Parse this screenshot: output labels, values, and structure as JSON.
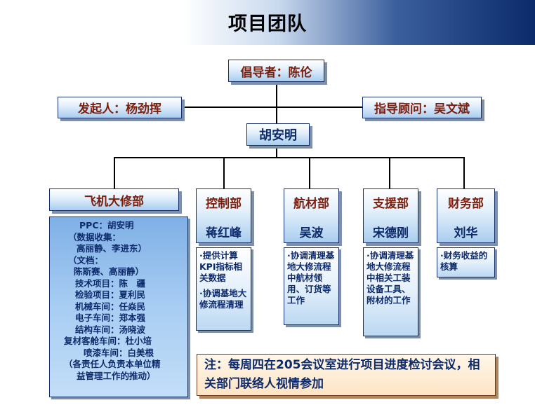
{
  "title": "项目团队",
  "sponsor": "倡导者：陈伦",
  "initiator": "发起人：杨劲挥",
  "advisor": "指导顾问：吴文斌",
  "leader": "胡安明",
  "departments": [
    {
      "name": "飞机大修部"
    },
    {
      "name": "控制部",
      "person": "蒋红峰",
      "tasks": [
        "·提供计算KPI指标相关数据",
        "·协调基地大修流程清理"
      ]
    },
    {
      "name": "航材部",
      "person": "吴波",
      "tasks": [
        "·协调清理基地大修流程中航材领用、订货等工作"
      ]
    },
    {
      "name": "支援部",
      "person": "宋德刚",
      "tasks": [
        "·协调清理基地大修流程中相关工装设备工具、附材的工作"
      ]
    },
    {
      "name": "财务部",
      "person": "刘华",
      "tasks": [
        "·财务收益的核算"
      ]
    }
  ],
  "maintenance_members": [
    "PPC：胡安明",
    "（数据收集：",
    "高丽静、李进东）",
    "（文档：",
    "陈斯赛、高丽静）",
    "技术项目：陈　疆",
    "检验项目：夏利民",
    "机械车间：任焱民",
    "电子车间：郑本强",
    "结构车间：汤晓波",
    "复材客舱车间：杜小培",
    "喷漆车间：白美根",
    "（各责任人负责本单位精",
    "益管理工作的推动）"
  ],
  "note": "注：每周四在205会议室进行项目进度检讨会议，相关部门联络人视情参加"
}
